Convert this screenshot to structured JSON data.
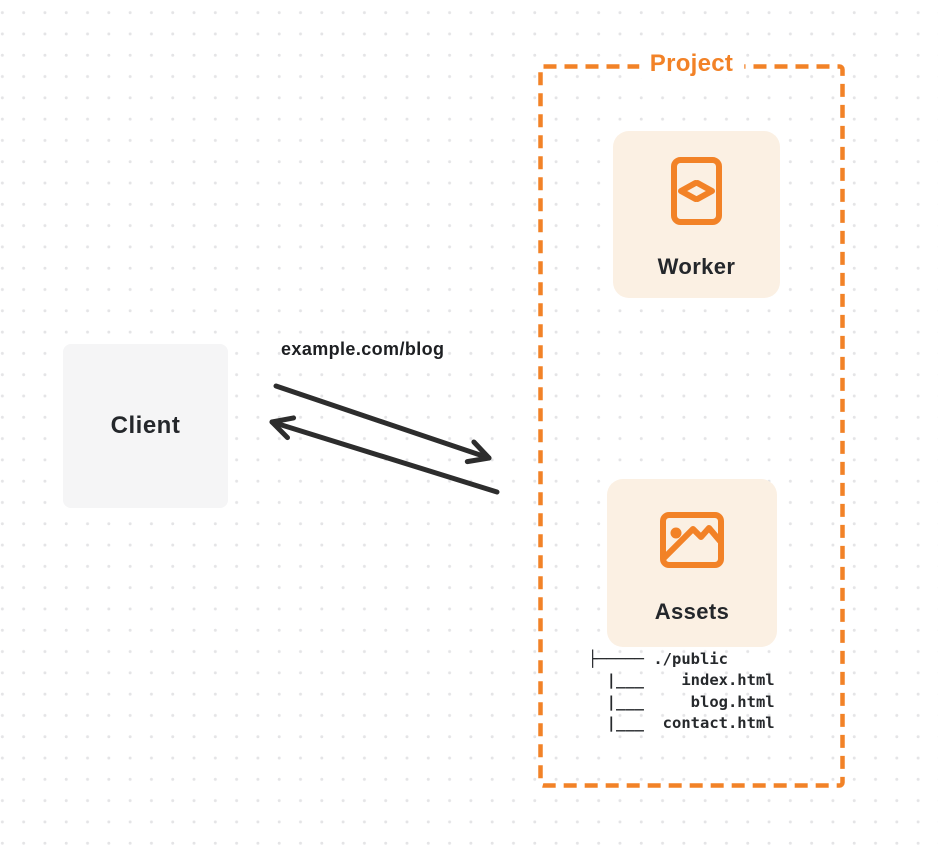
{
  "client": {
    "label": "Client"
  },
  "request": {
    "label": "example.com/blog"
  },
  "project": {
    "label": "Project",
    "worker": {
      "label": "Worker",
      "icon": "code-file-icon"
    },
    "assets": {
      "label": "Assets",
      "icon": "image-icon"
    },
    "file_tree_text": "├───── ./public\n  |___    index.html\n  |___     blog.html\n  |___  contact.html"
  },
  "colors": {
    "accent": "#F28227",
    "card_bg": "#FBF0E3",
    "client_bg": "#F5F5F6",
    "arrow": "#2D2D2D",
    "text": "#24272B",
    "dot": "#E4E4E6"
  }
}
